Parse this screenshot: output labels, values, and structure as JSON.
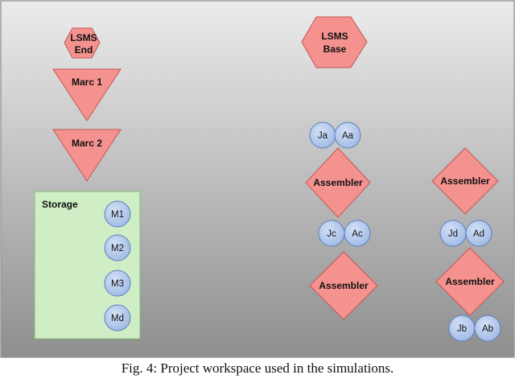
{
  "caption": "Fig. 4: Project workspace used in the simulations.",
  "colors": {
    "red_fill": "#f4928f",
    "red_stroke": "#c25754",
    "blue_fill": "#a9c3ea",
    "blue_stroke": "#5a7fbf",
    "green_fill": "#cfeec5",
    "green_stroke": "#7cbf6d",
    "background_light": "#ececec",
    "background_dark": "#8e8e8e"
  },
  "nodes": {
    "lsms_end": {
      "line1": "LSMS",
      "line2": "End"
    },
    "lsms_base": {
      "line1": "LSMS",
      "line2": "Base"
    },
    "marc1": "Marc 1",
    "marc2": "Marc 2",
    "storage": {
      "label": "Storage",
      "slots": [
        "M1",
        "M2",
        "M3",
        "Md"
      ]
    },
    "assembler_1": "Assembler",
    "assembler_2": "Assembler",
    "assembler_3": "Assembler",
    "assembler_4": "Assembler",
    "circles": {
      "ja": "Ja",
      "aa": "Aa",
      "jc": "Jc",
      "ac": "Ac",
      "jd": "Jd",
      "ad": "Ad",
      "jb": "Jb",
      "ab": "Ab"
    }
  }
}
